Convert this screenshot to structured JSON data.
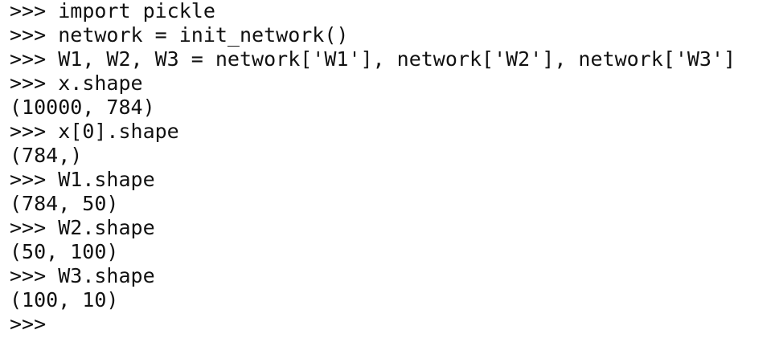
{
  "terminal": {
    "prompt": ">>> ",
    "lines": [
      {
        "kind": "input",
        "text": "import pickle"
      },
      {
        "kind": "input",
        "text": "network = init_network()"
      },
      {
        "kind": "input",
        "text": "W1, W2, W3 = network['W1'], network['W2'], network['W3']"
      },
      {
        "kind": "input",
        "text": "x.shape"
      },
      {
        "kind": "output",
        "text": "(10000, 784)"
      },
      {
        "kind": "input",
        "text": "x[0].shape"
      },
      {
        "kind": "output",
        "text": "(784,)"
      },
      {
        "kind": "input",
        "text": "W1.shape"
      },
      {
        "kind": "output",
        "text": "(784, 50)"
      },
      {
        "kind": "input",
        "text": "W2.shape"
      },
      {
        "kind": "output",
        "text": "(50, 100)"
      },
      {
        "kind": "input",
        "text": "W3.shape"
      },
      {
        "kind": "output",
        "text": "(100, 10)"
      }
    ],
    "final_prompt": ">>>"
  }
}
